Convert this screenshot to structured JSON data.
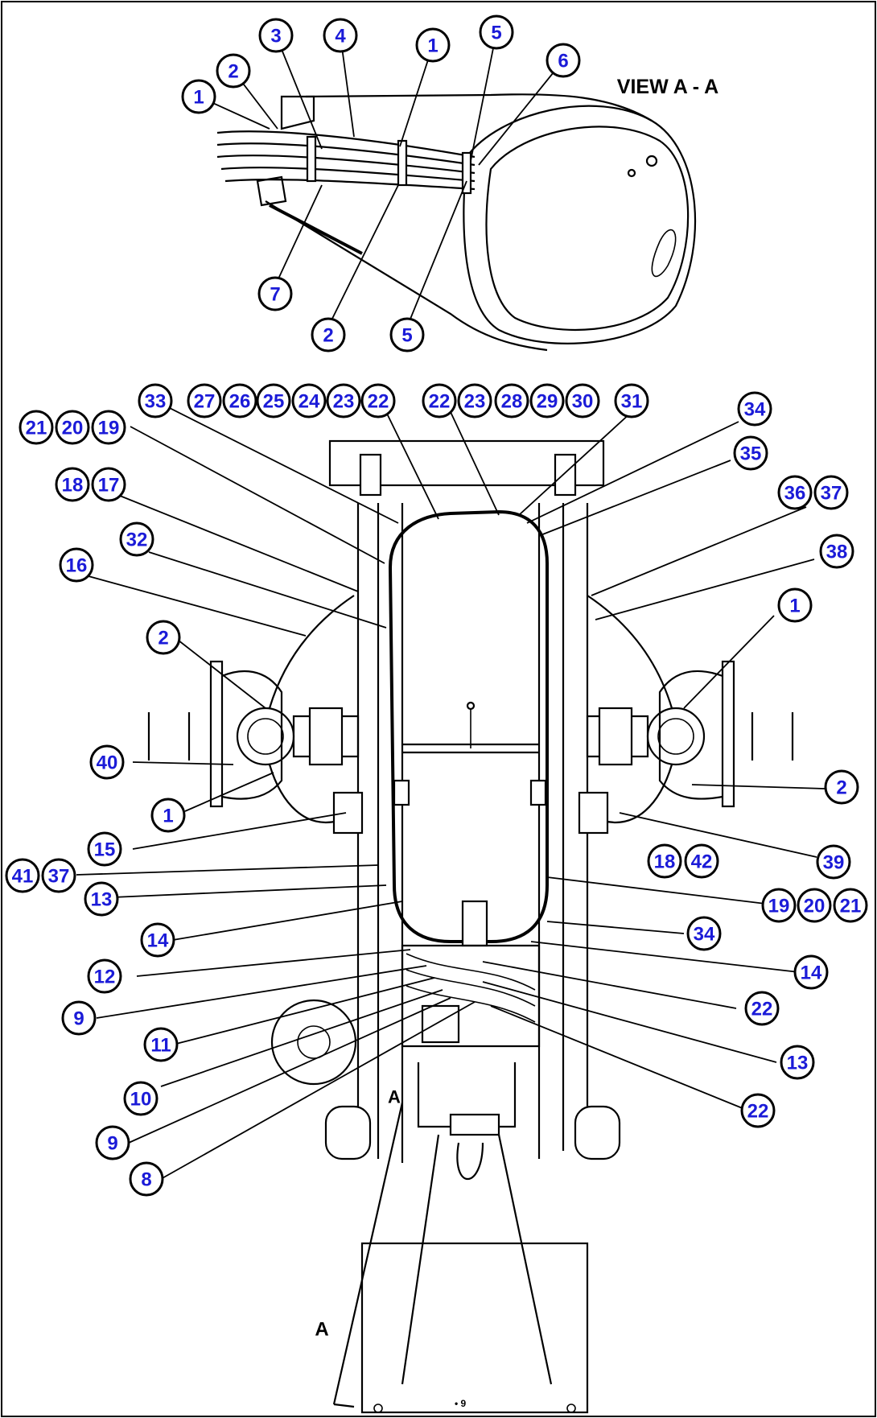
{
  "view_title": "VIEW A - A",
  "section_marker": "A",
  "callouts": [
    {
      "label": "1"
    },
    {
      "label": "2"
    },
    {
      "label": "3"
    },
    {
      "label": "4"
    },
    {
      "label": "1"
    },
    {
      "label": "5"
    },
    {
      "label": "6"
    },
    {
      "label": "7"
    },
    {
      "label": "2"
    },
    {
      "label": "5"
    },
    {
      "label": "33"
    },
    {
      "label": "27"
    },
    {
      "label": "26"
    },
    {
      "label": "25"
    },
    {
      "label": "24"
    },
    {
      "label": "23"
    },
    {
      "label": "22"
    },
    {
      "label": "22"
    },
    {
      "label": "23"
    },
    {
      "label": "28"
    },
    {
      "label": "29"
    },
    {
      "label": "30"
    },
    {
      "label": "31"
    },
    {
      "label": "21"
    },
    {
      "label": "20"
    },
    {
      "label": "19"
    },
    {
      "label": "34"
    },
    {
      "label": "18"
    },
    {
      "label": "17"
    },
    {
      "label": "35"
    },
    {
      "label": "32"
    },
    {
      "label": "36"
    },
    {
      "label": "37"
    },
    {
      "label": "16"
    },
    {
      "label": "38"
    },
    {
      "label": "1"
    },
    {
      "label": "2"
    },
    {
      "label": "40"
    },
    {
      "label": "2"
    },
    {
      "label": "1"
    },
    {
      "label": "15"
    },
    {
      "label": "18"
    },
    {
      "label": "42"
    },
    {
      "label": "39"
    },
    {
      "label": "41"
    },
    {
      "label": "37"
    },
    {
      "label": "13"
    },
    {
      "label": "19"
    },
    {
      "label": "20"
    },
    {
      "label": "21"
    },
    {
      "label": "14"
    },
    {
      "label": "34"
    },
    {
      "label": "12"
    },
    {
      "label": "14"
    },
    {
      "label": "9"
    },
    {
      "label": "22"
    },
    {
      "label": "11"
    },
    {
      "label": "13"
    },
    {
      "label": "10"
    },
    {
      "label": "22"
    },
    {
      "label": "9"
    },
    {
      "label": "8"
    }
  ]
}
